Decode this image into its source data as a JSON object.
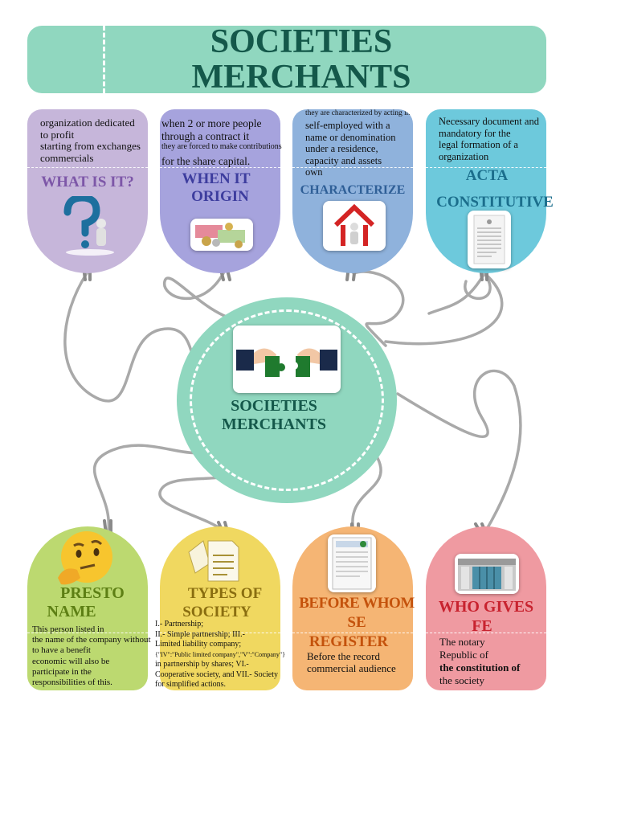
{
  "title": {
    "line1": "SOCIETIES",
    "line2": "MERCHANTS"
  },
  "center": {
    "line1": "SOCIETIES",
    "line2": "MERCHANTS",
    "icon": "puzzle-handshake-icon"
  },
  "cards": {
    "what": {
      "lines": [
        "organization dedicated",
        "to profit",
        "starting from exchanges",
        "commercials"
      ],
      "heading": "WHAT IS IT?",
      "icon": "question-mark-figure-icon",
      "color": "#c6b6da"
    },
    "origin": {
      "lines": [
        "when 2 or more people",
        "through a contract it"
      ],
      "small_line": "they are forced to make contributions",
      "last_line": "for the share capital.",
      "heading_lines": [
        "WHEN IT",
        "ORIGIN"
      ],
      "icon": "money-icon",
      "color": "#a6a3dd"
    },
    "characterize": {
      "small_line": "they are characterized by acting in",
      "lines": [
        "self-employed with a",
        "name or denomination",
        "under a residence,",
        "capacity and assets",
        "own"
      ],
      "heading": "CHARACTERIZE",
      "icon": "house-figure-icon",
      "color": "#8fb2dc"
    },
    "acta": {
      "lines": [
        "Necessary document and",
        "mandatory for the",
        "legal formation of a",
        "organization"
      ],
      "heading_lines": [
        "ACTA",
        "CONSTITUTIVE"
      ],
      "icon": "document-icon",
      "color": "#6dc9dc"
    },
    "presto": {
      "heading_lines": [
        "PRESTO",
        "NAME"
      ],
      "lines": [
        "This person listed in",
        "the name of the company without",
        "to have a benefit",
        "economic will also be",
        "participate in the",
        "responsibilities of this."
      ],
      "icon": "thinking-face-icon",
      "color": "#bcd970"
    },
    "types": {
      "heading_lines": [
        "TYPES OF",
        "SOCIETY"
      ],
      "lines": [
        "I.- Partnership;",
        "II.- Simple partnership; III.-",
        "Limited liability company;",
        "{\"IV\":\"Public limited company\",\"V\":\"Company\"}",
        "in partnership by shares; VI.-",
        "Cooperative society, and VII.- Society",
        "for simplified actions."
      ],
      "icon": "papers-icon",
      "color": "#f0d860"
    },
    "register": {
      "heading_lines": [
        "BEFORE WHOM",
        "SE",
        "REGISTER"
      ],
      "lines": [
        "Before the record",
        "commercial audience"
      ],
      "icon": "certificate-icon",
      "color": "#f5b574"
    },
    "fe": {
      "heading_lines": [
        "WHO GIVES",
        "FE"
      ],
      "lines": [
        "The notary",
        "Republic of"
      ],
      "bold_line": "the constitution of",
      "last_line": "the society",
      "icon": "building-icon",
      "color": "#ef9aa1"
    }
  }
}
